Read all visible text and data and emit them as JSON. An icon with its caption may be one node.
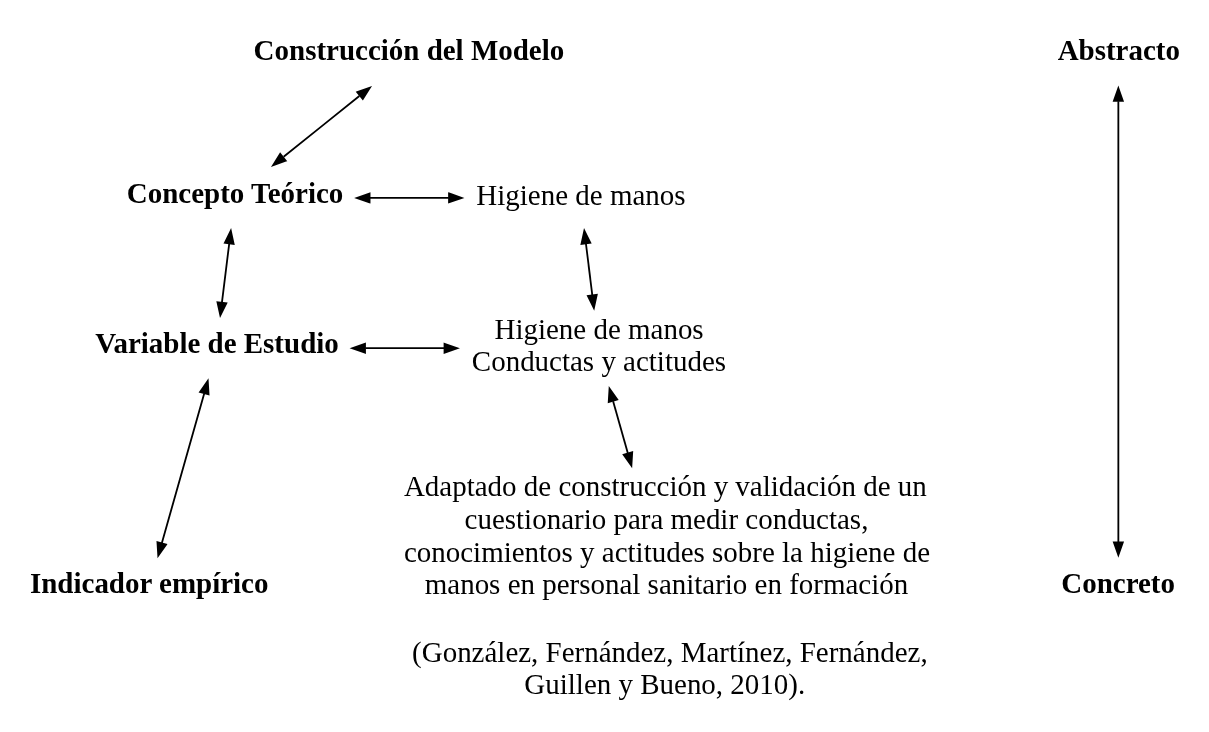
{
  "diagram": {
    "nodes": [
      {
        "text": [
          "Construcción del Modelo"
        ]
      },
      {
        "text": [
          "Concepto Teórico"
        ]
      },
      {
        "text": [
          "Variable de Estudio"
        ]
      },
      {
        "text": [
          "Indicador empírico"
        ]
      },
      {
        "text": [
          "Higiene de manos"
        ]
      },
      {
        "text": [
          "Higiene de manos Conductas y actitudes"
        ]
      },
      {
        "text": [
          "Adaptado de construcción y validación de un cuestionario para medir conductas, conocimientos y actitudes sobre la higiene de manos en personal sanitario en formación",
          "(González, Fernández, Martínez, Fernández, Guillen y Bueno, 2010)."
        ]
      },
      {
        "text": [
          "Abstracto"
        ]
      },
      {
        "text": [
          "Concreto"
        ]
      }
    ],
    "edges": [
      {
        "from": 0,
        "to": 1,
        "arrow": "both"
      },
      {
        "from": 1,
        "to": 2,
        "arrow": "both"
      },
      {
        "from": 2,
        "to": 3,
        "arrow": "both"
      },
      {
        "from": 1,
        "to": 4,
        "arrow": "both"
      },
      {
        "from": 2,
        "to": 5,
        "arrow": "both"
      },
      {
        "from": 4,
        "to": 5,
        "arrow": "both"
      },
      {
        "from": 5,
        "to": 6,
        "arrow": "both"
      },
      {
        "from": 7,
        "to": 8,
        "arrow": "both"
      }
    ]
  }
}
